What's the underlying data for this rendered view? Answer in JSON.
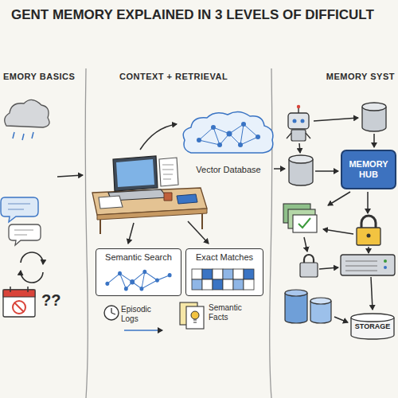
{
  "diagram": {
    "title": "GENT MEMORY EXPLAINED IN 3 LEVELS OF DIFFICULT",
    "nodes": [
      {
        "text": [
          "Vector Database"
        ]
      },
      {
        "text": [
          "Semantic Search"
        ]
      },
      {
        "text": [
          "Exact Matches"
        ]
      },
      {
        "text": [
          "MEMORY HUB"
        ]
      },
      {
        "text": [
          "STORAGE"
        ]
      }
    ],
    "labels": [
      "EMORY BASICS",
      "CONTEXT + RETRIEVAL",
      "MEMORY SYST",
      "??",
      "Episodic Logs",
      "Semantic Facts"
    ]
  }
}
